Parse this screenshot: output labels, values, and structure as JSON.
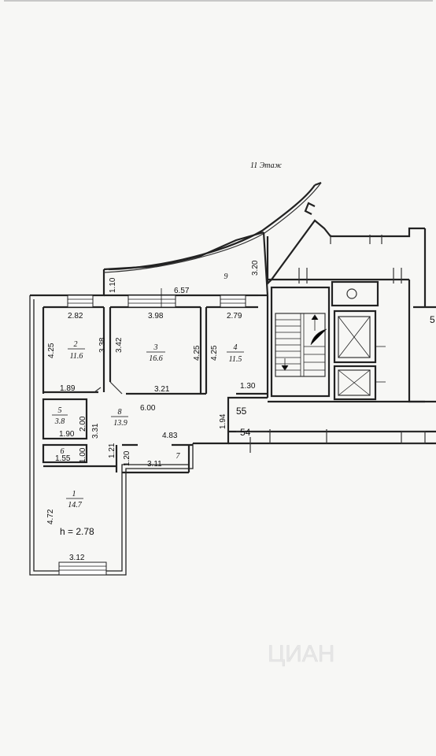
{
  "plan": {
    "floor_title": "11 Этаж",
    "ceiling_height": "h = 2.78",
    "watermark": "ЦИАН",
    "rooms": {
      "r1": {
        "num": "1",
        "area": "14.7"
      },
      "r2": {
        "num": "2",
        "area": "11.6"
      },
      "r3": {
        "num": "3",
        "area": "16.6"
      },
      "r4": {
        "num": "4",
        "area": "11.5"
      },
      "r5": {
        "num": "5",
        "area": "3.8"
      },
      "r6": {
        "num": "6"
      },
      "r7": {
        "num": "7"
      },
      "r8": {
        "num": "8",
        "area": "13.9"
      },
      "r9": {
        "num": "9"
      }
    },
    "dims": {
      "d282": "2.82",
      "d398": "3.98",
      "d279": "2.79",
      "d657": "6.57",
      "d110": "1.10",
      "d320": "3.20",
      "d425a": "4.25",
      "d338": "3.38",
      "d342": "3.42",
      "d425b": "4.25",
      "d425c": "4.25",
      "d189": "1.89",
      "d321": "3.21",
      "d130": "1.30",
      "d600": "6.00",
      "d200": "2.00",
      "d331": "3.31",
      "d190": "1.90",
      "d194": "1.94",
      "d483": "4.83",
      "d155": "1.55",
      "d100": "1.00",
      "d121": "1.21",
      "d120": "1.20",
      "d311": "3.11",
      "d472": "4.72",
      "d312": "3.12"
    },
    "markers": {
      "m55": "55",
      "m54": "54",
      "m5": "5"
    }
  }
}
